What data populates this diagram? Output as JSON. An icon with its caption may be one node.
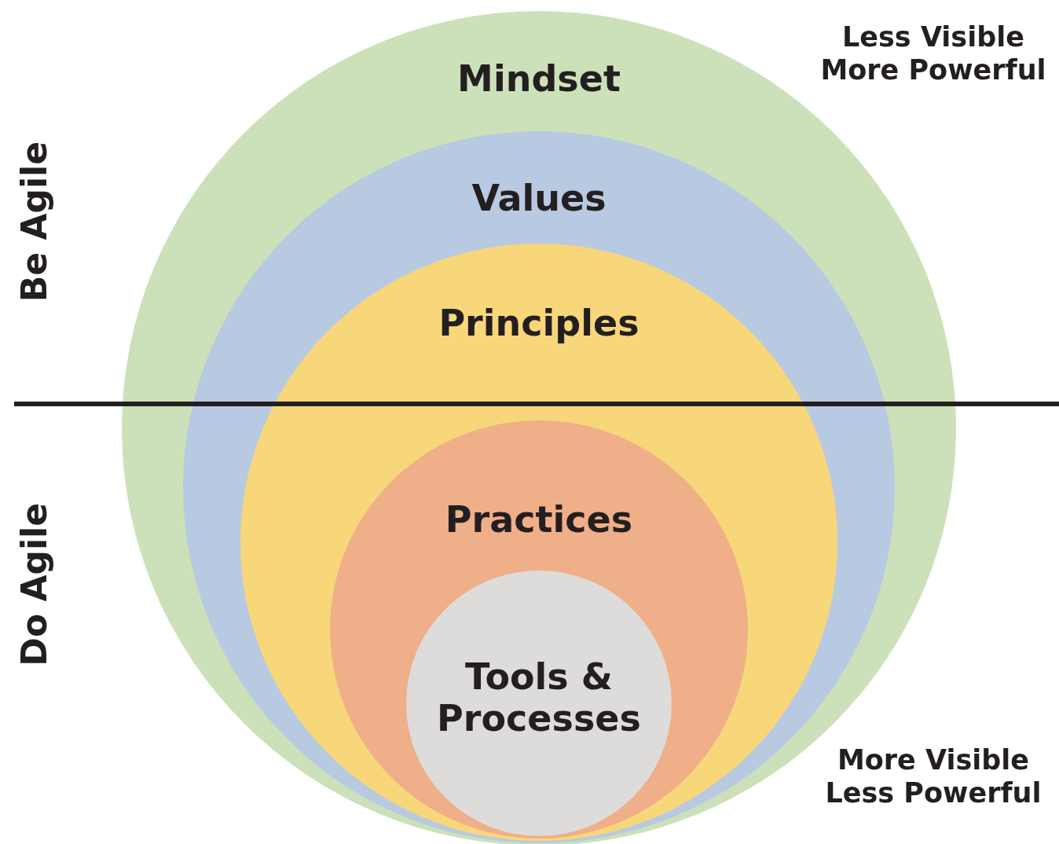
{
  "diagram": {
    "nodes": [
      {
        "text": [
          "Mindset"
        ]
      },
      {
        "text": [
          "Values"
        ],
        "in": 0
      },
      {
        "text": [
          "Principles"
        ],
        "in": 1
      },
      {
        "text": [
          "Practices"
        ],
        "in": 2
      },
      {
        "text": [
          "Tools & Processes"
        ],
        "in": 3
      }
    ],
    "labels": [
      "Less Visible More Powerful",
      "Be Agile",
      "Do Agile",
      "More Visible Less Powerful"
    ]
  }
}
